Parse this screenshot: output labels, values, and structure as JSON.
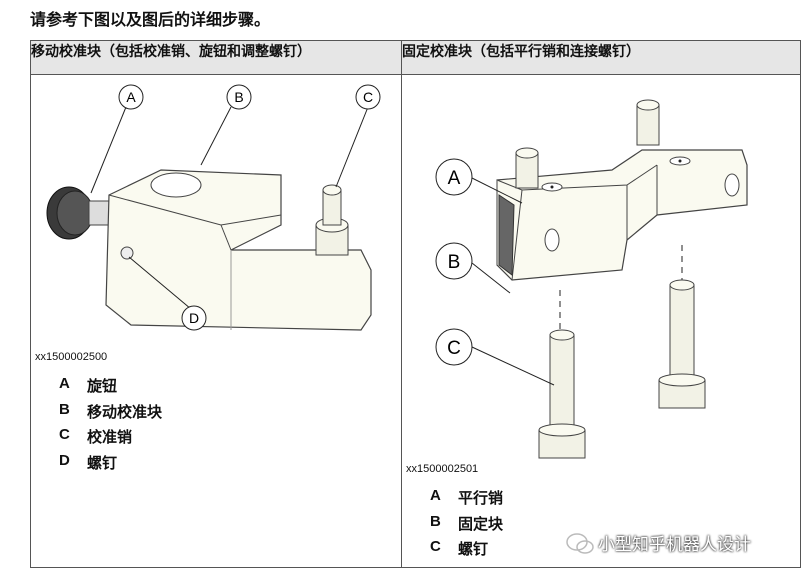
{
  "intro": "请参考下图以及图后的详细步骤。",
  "left": {
    "header": "移动校准块（包括校准销、旋钮和调整螺钉）",
    "callouts": [
      "A",
      "B",
      "C",
      "D"
    ],
    "figure_id": "xx1500002500",
    "legend": [
      {
        "key": "A",
        "text": "旋钮"
      },
      {
        "key": "B",
        "text": "移动校准块"
      },
      {
        "key": "C",
        "text": "校准销"
      },
      {
        "key": "D",
        "text": "螺钉"
      }
    ]
  },
  "right": {
    "header": "固定校准块（包括平行销和连接螺钉）",
    "callouts": [
      "A",
      "B",
      "C"
    ],
    "figure_id": "xx1500002501",
    "legend": [
      {
        "key": "A",
        "text": "平行销"
      },
      {
        "key": "B",
        "text": "固定块"
      },
      {
        "key": "C",
        "text": "螺钉"
      }
    ]
  },
  "watermark": "小型知乎机器人设计"
}
